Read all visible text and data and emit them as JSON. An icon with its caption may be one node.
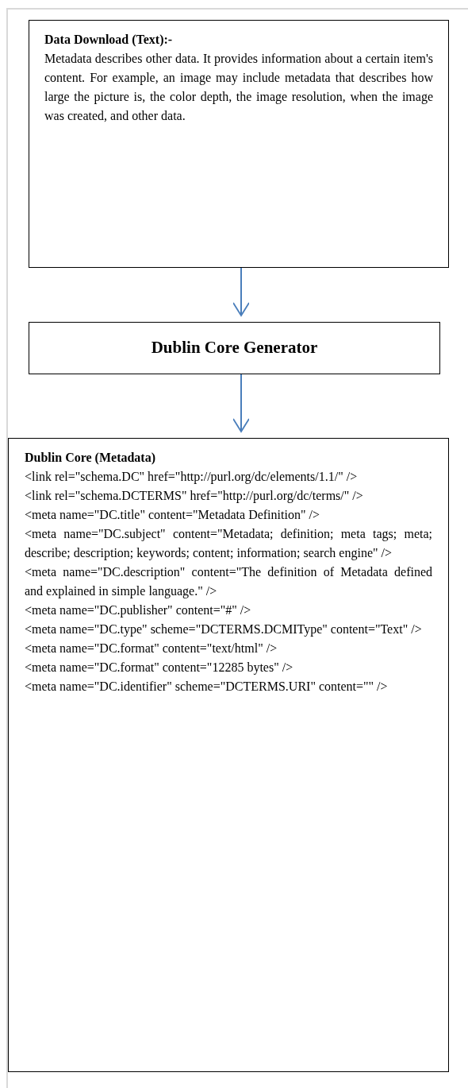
{
  "diagram": {
    "nodes": [
      {
        "text": [
          "Data Download (Text):-",
          "Metadata describes other data. It provides information about a certain item's content. For example, an image may include metadata that describes how large the picture is, the color depth, the image resolution, when the image was created, and other data."
        ]
      },
      {
        "text": [
          "Dublin Core Generator"
        ]
      },
      {
        "text": [
          "Dublin Core (Metadata)",
          "<link rel=\"schema.DC\" href=\"http://purl.org/dc/elements/1.1/\" />",
          "<link rel=\"schema.DCTERMS\" href=\"http://purl.org/dc/terms/\" />",
          "<meta name=\"DC.title\" content=\"Metadata Definition\" />",
          "<meta name=\"DC.subject\" content=\"Metadata; definition; meta tags; meta; describe; description; keywords; content; information; search engine\" />",
          "<meta name=\"DC.description\" content=\"The definition of Metadata defined and explained in simple language.\" />",
          "<meta name=\"DC.publisher\" content=\"#\" />",
          "<meta name=\"DC.type\" scheme=\"DCTERMS.DCMIType\" content=\"Text\" />",
          "<meta name=\"DC.format\" content=\"text/html\" />",
          "<meta name=\"DC.format\" content=\"12285 bytes\" />",
          "<meta name=\"DC.identifier\" scheme=\"DCTERMS.URI\" content=\"\" />"
        ]
      }
    ],
    "edges": [
      {
        "from": 0,
        "to": 1,
        "arrow": "to"
      },
      {
        "from": 1,
        "to": 2,
        "arrow": "to"
      }
    ]
  }
}
